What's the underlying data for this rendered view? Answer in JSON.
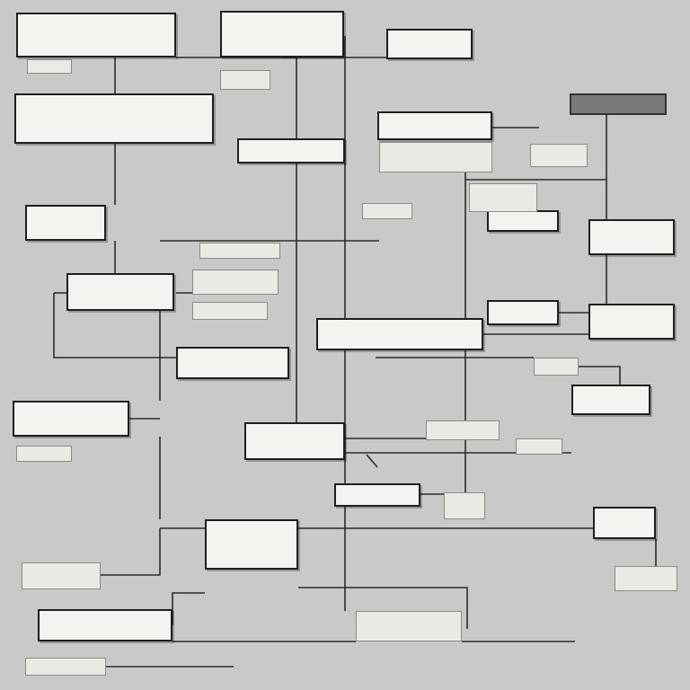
{
  "nodes": [
    {
      "id": "n1",
      "text": "",
      "variant": "strong"
    },
    {
      "id": "n2",
      "text": "",
      "variant": "light"
    },
    {
      "id": "n3",
      "text": "",
      "variant": "strong"
    },
    {
      "id": "n4",
      "text": "",
      "variant": "light"
    },
    {
      "id": "n5",
      "text": "",
      "variant": "strong"
    },
    {
      "id": "n6",
      "text": "",
      "variant": "header"
    },
    {
      "id": "n7",
      "text": "",
      "variant": "strong"
    },
    {
      "id": "n8",
      "text": "",
      "variant": "strong"
    },
    {
      "id": "n9",
      "text": "",
      "variant": "light"
    },
    {
      "id": "n10",
      "text": "",
      "variant": "strong"
    },
    {
      "id": "n11",
      "text": "",
      "variant": "light"
    },
    {
      "id": "n12",
      "text": "",
      "variant": "strong"
    },
    {
      "id": "n13",
      "text": "",
      "variant": "light"
    },
    {
      "id": "n14",
      "text": "",
      "variant": "strong"
    },
    {
      "id": "n15",
      "text": "",
      "variant": "light"
    },
    {
      "id": "n16",
      "text": "",
      "variant": "strong"
    },
    {
      "id": "n17",
      "text": "",
      "variant": "strong"
    },
    {
      "id": "n18",
      "text": "",
      "variant": "light"
    },
    {
      "id": "n19",
      "text": "",
      "variant": "light"
    },
    {
      "id": "n20",
      "text": "",
      "variant": "strong"
    },
    {
      "id": "n21",
      "text": "",
      "variant": "strong"
    },
    {
      "id": "n22",
      "text": "",
      "variant": "strong"
    },
    {
      "id": "n23",
      "text": "",
      "variant": "light"
    },
    {
      "id": "n24",
      "text": "",
      "variant": "strong"
    },
    {
      "id": "n25",
      "text": "",
      "variant": "strong"
    },
    {
      "id": "n26",
      "text": "",
      "variant": "light"
    },
    {
      "id": "n27",
      "text": "",
      "variant": "strong"
    },
    {
      "id": "n28",
      "text": "",
      "variant": "light"
    },
    {
      "id": "n29",
      "text": "",
      "variant": "light"
    },
    {
      "id": "n30",
      "text": "",
      "variant": "strong"
    },
    {
      "id": "n31",
      "text": "",
      "variant": "light"
    },
    {
      "id": "n32",
      "text": "",
      "variant": "strong"
    },
    {
      "id": "n33",
      "text": "",
      "variant": "light"
    },
    {
      "id": "n34",
      "text": "",
      "variant": "strong"
    },
    {
      "id": "n35",
      "text": "",
      "variant": "light"
    },
    {
      "id": "n36",
      "text": "",
      "variant": "strong"
    },
    {
      "id": "n37",
      "text": "",
      "variant": "light"
    },
    {
      "id": "n38",
      "text": "",
      "variant": "strong"
    },
    {
      "id": "n39",
      "text": "",
      "variant": "light"
    },
    {
      "id": "n40",
      "text": "",
      "variant": "light"
    }
  ],
  "colors": {
    "background": "#c9c9c7",
    "box_fill": "#f4f3ef",
    "box_border": "#1e1e1e",
    "connector": "#2b2b2b",
    "header_fill": "#7a7a7a"
  }
}
